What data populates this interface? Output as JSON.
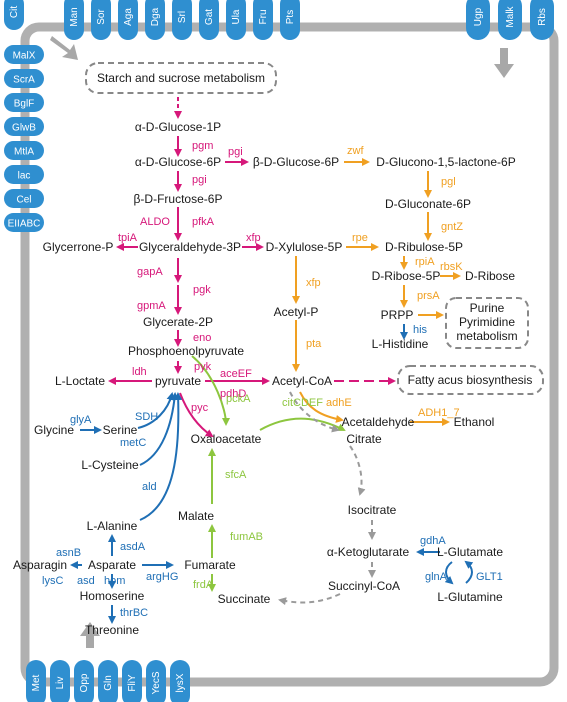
{
  "colors": {
    "magenta": "#d6187a",
    "orange": "#f0a022",
    "blue": "#1f6fb5",
    "green": "#8dc63f",
    "gray": "#9a9a9a",
    "transporter_fill": "#2f8fd0",
    "cell_border": "#b0b0b0",
    "text": "#1a1a1a"
  },
  "transporters": {
    "top_left": [
      "Cit",
      "Man",
      "Sor",
      "Aga",
      "Dga",
      "Srl",
      "Gat",
      "Ula",
      "Fru",
      "Pts"
    ],
    "top_right": [
      "Ugp",
      "Malk",
      "Rbs"
    ],
    "left": [
      "MalX",
      "ScrA",
      "BglF",
      "GlwB",
      "MtlA",
      "lac",
      "Cel",
      "EIIABC"
    ],
    "bottom": [
      "Met",
      "Liv",
      "Opp",
      "Gln",
      "FliY",
      "YecS",
      "lysX"
    ]
  },
  "boxes": {
    "starch": "Starch and sucrose metabolism",
    "purine": [
      "Purine",
      "Pyrimidine",
      "metabolism"
    ],
    "fatty": "Fatty acus biosynthesis"
  },
  "metabolites": {
    "glc1p": "α-D-Glucose-1P",
    "glc6p": "α-D-Glucose-6P",
    "bglc6p": "β-D-Glucose-6P",
    "gluconolactone": "D-Glucono-1,5-lactone-6P",
    "fru6p": "β-D-Fructose-6P",
    "gluconate6p": "D-Gluconate-6P",
    "glycerone": "Glycerrone-P",
    "g3p": "Glyceraldehyde-3P",
    "xylulose": "D-Xylulose-5P",
    "ribulose": "D-Ribulose-5P",
    "ribose5p": "D-Ribose-5P",
    "ribose": "D-Ribose",
    "glycerate": "Glycerate-2P",
    "acetylp": "Acetyl-P",
    "prpp": "PRPP",
    "histidine": "L-Histidine",
    "pep": "Phosphoenolpyruvate",
    "lactate": "L-Loctate",
    "pyruvate": "pyruvate",
    "acetylcoa": "Acetyl-CoA",
    "glycine": "Glycine",
    "serine": "Serine",
    "cysteine": "L-Cysteine",
    "acetaldehyde": "Acetaldehyde",
    "ethanol": "Ethanol",
    "oxaloacetate": "Oxaloacetate",
    "citrate": "Citrate",
    "alanine": "L-Alanine",
    "malate": "Malate",
    "isocitrate": "Isocitrate",
    "asparagine": "Asparagin",
    "asparate": "Asparate",
    "fumarate": "Fumarate",
    "ketoglutarate": "α-Ketoglutarate",
    "glutamate": "L-Glutamate",
    "homoserine": "Homoserine",
    "succinate": "Succinate",
    "succinylcoa": "Succinyl-CoA",
    "glutamine": "L-Glutamine",
    "threonine": "Threonine"
  },
  "enzymes": {
    "pgm": "pgm",
    "pgi1": "pgi",
    "pgi2": "pgi",
    "pgi3": "pgi",
    "zwf": "zwf",
    "pgl": "pgl",
    "gntZ": "gntZ",
    "aldo": "ALDO",
    "pfkA": "pfkA",
    "tpiA": "tpiA",
    "xfp1": "xfp",
    "rpe": "rpe",
    "rpiA": "rpiA",
    "rbsK": "rbsK",
    "xfp2": "xfp",
    "prsA": "prsA",
    "his": "his",
    "gapA": "gapA",
    "pgk": "pgk",
    "gpmA": "gpmA",
    "eno": "eno",
    "pta": "pta",
    "pyk": "pyk",
    "ldh": "ldh",
    "aceEF": "aceEF",
    "pdhD": "pdhD",
    "glyA": "glyA",
    "sdh": "SDH",
    "metC": "metC",
    "pyc": "pyc",
    "pckA": "pckA",
    "citCDEF": "citCDEF",
    "adhE": "adhE",
    "adh17": "ADH1_7",
    "ald": "ald",
    "sfcA": "sfcA",
    "fumAB": "fumAB",
    "asdA": "asdA",
    "asnB": "asnB",
    "lysC": "lysC",
    "asd": "asd",
    "hom": "hom",
    "argHG": "argHG",
    "frdA": "frdA",
    "thrBC": "thrBC",
    "gdhA": "gdhA",
    "glnA": "glnA",
    "glt1": "GLT1"
  }
}
